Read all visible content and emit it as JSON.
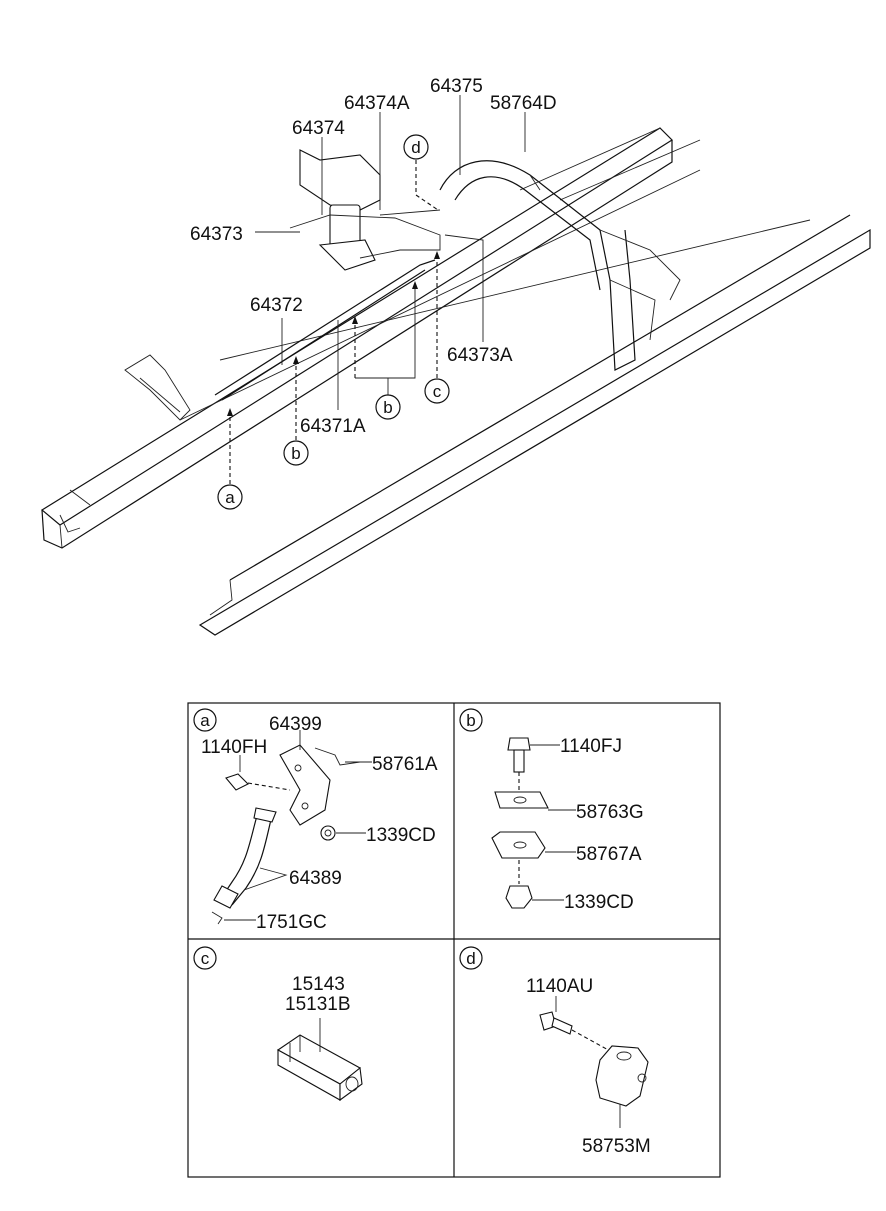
{
  "main_labels": {
    "p64375": "64375",
    "p64374A": "64374A",
    "p58764D": "58764D",
    "p64374": "64374",
    "p64373": "64373",
    "p64372": "64372",
    "p64373A": "64373A",
    "p64371A": "64371A"
  },
  "callouts": {
    "a": "a",
    "b": "b",
    "c": "c",
    "d": "d"
  },
  "detail_a": {
    "tag": "a",
    "p64399": "64399",
    "p1140FH": "1140FH",
    "p58761A": "58761A",
    "p1339CD": "1339CD",
    "p64389": "64389",
    "p1751GC": "1751GC"
  },
  "detail_b": {
    "tag": "b",
    "p1140FJ": "1140FJ",
    "p58763G": "58763G",
    "p58767A": "58767A",
    "p1339CD": "1339CD"
  },
  "detail_c": {
    "tag": "c",
    "p15143": "15143",
    "p15131B": "15131B"
  },
  "detail_d": {
    "tag": "d",
    "p1140AU": "1140AU",
    "p58753M": "58753M"
  }
}
